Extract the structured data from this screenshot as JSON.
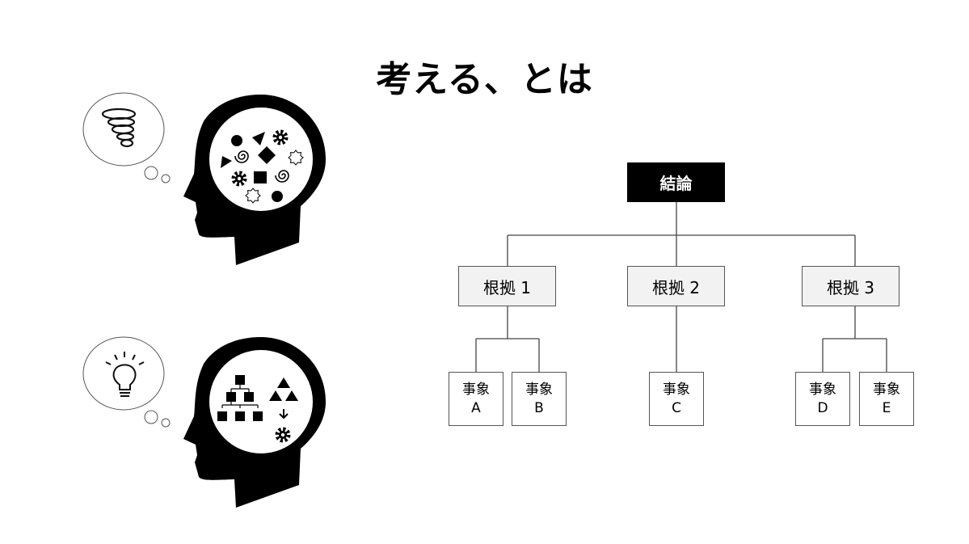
{
  "title": "考える、とは",
  "illustrations": [
    {
      "name": "confused-head",
      "thought": "tornado-icon"
    },
    {
      "name": "organized-head",
      "thought": "lightbulb-icon"
    }
  ],
  "tree": {
    "conclusion": "結論",
    "reasons": [
      {
        "label": "根拠 1",
        "facts": [
          {
            "line1": "事象",
            "line2": "A"
          },
          {
            "line1": "事象",
            "line2": "B"
          }
        ]
      },
      {
        "label": "根拠 2",
        "facts": [
          {
            "line1": "事象",
            "line2": "C"
          }
        ]
      },
      {
        "label": "根拠 3",
        "facts": [
          {
            "line1": "事象",
            "line2": "D"
          },
          {
            "line1": "事象",
            "line2": "E"
          }
        ]
      }
    ]
  }
}
